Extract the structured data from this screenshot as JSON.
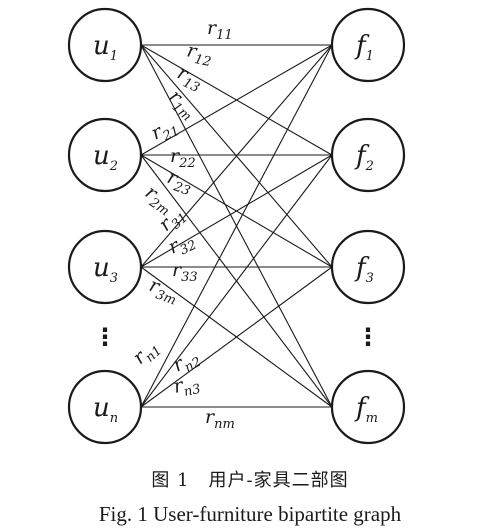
{
  "diagram": {
    "users": [
      {
        "id": "u1",
        "base": "u",
        "sub": "1"
      },
      {
        "id": "u2",
        "base": "u",
        "sub": "2"
      },
      {
        "id": "u3",
        "base": "u",
        "sub": "3"
      },
      {
        "id": "un",
        "base": "u",
        "sub": "n"
      }
    ],
    "furniture": [
      {
        "id": "f1",
        "base": "f",
        "sub": "1"
      },
      {
        "id": "f2",
        "base": "f",
        "sub": "2"
      },
      {
        "id": "f3",
        "base": "f",
        "sub": "3"
      },
      {
        "id": "fm",
        "base": "f",
        "sub": "m"
      }
    ],
    "ellipsis": "⋮",
    "edges": [
      {
        "from": "u1",
        "to": "f1"
      },
      {
        "from": "u1",
        "to": "f2"
      },
      {
        "from": "u1",
        "to": "f3"
      },
      {
        "from": "u1",
        "to": "fm"
      },
      {
        "from": "u2",
        "to": "f1"
      },
      {
        "from": "u2",
        "to": "f2"
      },
      {
        "from": "u2",
        "to": "f3"
      },
      {
        "from": "u2",
        "to": "fm"
      },
      {
        "from": "u3",
        "to": "f1"
      },
      {
        "from": "u3",
        "to": "f2"
      },
      {
        "from": "u3",
        "to": "f3"
      },
      {
        "from": "u3",
        "to": "fm"
      },
      {
        "from": "un",
        "to": "f1"
      },
      {
        "from": "un",
        "to": "f2"
      },
      {
        "from": "un",
        "to": "f3"
      },
      {
        "from": "un",
        "to": "fm"
      }
    ],
    "edge_labels": [
      {
        "base": "r",
        "sub": "11"
      },
      {
        "base": "r",
        "sub": "12"
      },
      {
        "base": "r",
        "sub": "13"
      },
      {
        "base": "r",
        "sub": "1m"
      },
      {
        "base": "r",
        "sub": "21"
      },
      {
        "base": "r",
        "sub": "22"
      },
      {
        "base": "r",
        "sub": "23"
      },
      {
        "base": "r",
        "sub": "2m"
      },
      {
        "base": "r",
        "sub": "31"
      },
      {
        "base": "r",
        "sub": "32"
      },
      {
        "base": "r",
        "sub": "33"
      },
      {
        "base": "r",
        "sub": "3m"
      },
      {
        "base": "r",
        "sub": "n1"
      },
      {
        "base": "r",
        "sub": "n2"
      },
      {
        "base": "r",
        "sub": "n3"
      },
      {
        "base": "r",
        "sub": "nm"
      }
    ]
  },
  "caption": {
    "chinese": "图 1　用户-家具二部图",
    "english": "Fig. 1 User-furniture bipartite graph"
  }
}
